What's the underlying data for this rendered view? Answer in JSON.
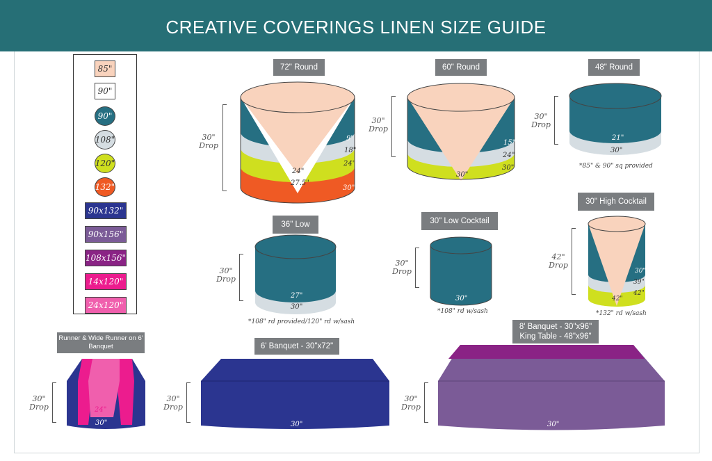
{
  "header": {
    "title": "CREATIVE COVERINGS LINEN SIZE GUIDE"
  },
  "legend": [
    {
      "label": "85\"",
      "shape": "square",
      "color": "#f9d3bd",
      "text_color": "#333333"
    },
    {
      "label": "90\"",
      "shape": "square",
      "color": "#ffffff",
      "text_color": "#333333"
    },
    {
      "label": "90\"",
      "shape": "circle",
      "color": "#266f82",
      "text_color": "#ffffff"
    },
    {
      "label": "108\"",
      "shape": "circle",
      "color": "#d5dde2",
      "text_color": "#333333"
    },
    {
      "label": "120\"",
      "shape": "circle",
      "color": "#cfdf1f",
      "text_color": "#333333"
    },
    {
      "label": "132\"",
      "shape": "circle",
      "color": "#ef5a24",
      "text_color": "#ffffff"
    },
    {
      "label": "90x132\"",
      "shape": "rect",
      "color": "#2b3590",
      "text_color": "#ffffff"
    },
    {
      "label": "90x156\"",
      "shape": "rect",
      "color": "#7b5b97",
      "text_color": "#ffffff"
    },
    {
      "label": "108x156\"",
      "shape": "rect",
      "color": "#8a2385",
      "text_color": "#ffffff"
    },
    {
      "label": "14x120\"",
      "shape": "rect",
      "color": "#ec1c8e",
      "text_color": "#ffffff"
    },
    {
      "label": "24x120\"",
      "shape": "rect",
      "color": "#f05fad",
      "text_color": "#ffffff"
    }
  ],
  "tables": {
    "r72": {
      "name": "72\" Round",
      "drop": "30\" Drop",
      "v9": "9\"",
      "v18": "18\"",
      "v24r": "24\"",
      "v24": "24\"",
      "v275": "27.5\"",
      "v30": "30\""
    },
    "r60": {
      "name": "60\" Round",
      "drop": "30\" Drop",
      "v15": "15\"",
      "v24": "24\"",
      "v30": "30\"",
      "v30c": "30\""
    },
    "r48": {
      "name": "48\" Round",
      "drop": "30\" Drop",
      "v21": "21\"",
      "v30": "30\"",
      "note": "*85\" & 90\" sq provided"
    },
    "low36": {
      "name": "36\" Low",
      "drop": "30\" Drop",
      "v27": "27\"",
      "v30": "30\"",
      "note": "*108\" rd provided/120\" rd w/sash"
    },
    "lowc30": {
      "name": "30\" Low Cocktail",
      "drop": "30\" Drop",
      "v30": "30\"",
      "note": "*108\" rd w/sash"
    },
    "highc30": {
      "name": "30\" High Cocktail",
      "drop": "42\" Drop",
      "v30": "30\"",
      "v39": "39\"",
      "v42": "42\"",
      "v42c": "42\"",
      "note": "*132\" rd w/sash"
    },
    "runner": {
      "name": "Runner & Wide Runner on 6' Banquet",
      "drop": "30\" Drop",
      "v24": "24\"",
      "v30": "30\""
    },
    "banq6": {
      "name": "6' Banquet - 30\"x72\"",
      "drop": "30\" Drop",
      "v30": "30\""
    },
    "banq8": {
      "name1": "8' Banquet - 30\"x96\"",
      "name2": "King Table - 48\"x96\"",
      "drop": "30\" Drop",
      "v30": "30\""
    }
  },
  "colors": {
    "teal": "#266f82",
    "peach": "#f9d3bd",
    "grey": "#d5dde2",
    "lime": "#cfdf1f",
    "orange": "#ef5a24",
    "navy": "#2b3590",
    "purple": "#7b5b97",
    "plum": "#8a2385",
    "pink": "#ec1c8e",
    "lightpink": "#f05fad"
  }
}
